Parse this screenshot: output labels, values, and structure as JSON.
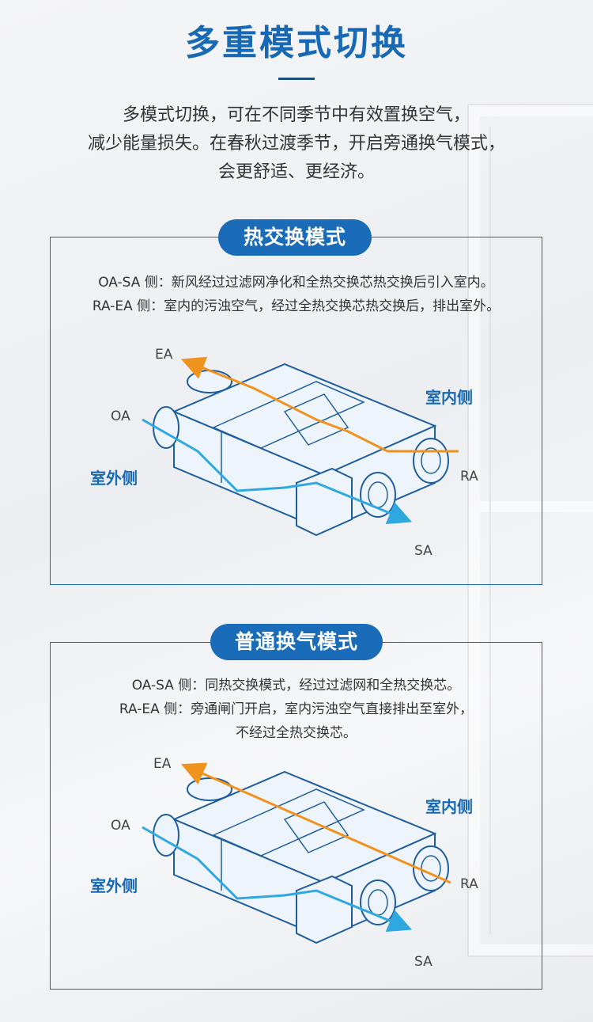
{
  "title": "多重模式切换",
  "intro": {
    "lines": [
      "多模式切换，可在不同季节中有效置换空气，",
      "减少能量损失。在春秋过渡季节，开启旁通换气模式，",
      "会更舒适、更经济。"
    ]
  },
  "modes": [
    {
      "name": "热交换模式",
      "lines": [
        "OA-SA 侧：新风经过过滤网净化和全热交换芯热交换后引入室内。",
        "RA-EA 侧：室内的污浊空气，经过全热交换芯热交换后，排出室外。"
      ],
      "labels": {
        "ea": "EA",
        "oa": "OA",
        "ra": "RA",
        "sa": "SA",
        "indoor": "室内侧",
        "outdoor": "室外侧"
      }
    },
    {
      "name": "普通换气模式",
      "lines": [
        "OA-SA 侧：同热交换模式，经过过滤网和全热交换芯。",
        "RA-EA 侧：旁通闸门开启，室内污浊空气直接排出至室外，",
        "不经过全热交换芯。"
      ],
      "labels": {
        "ea": "EA",
        "oa": "OA",
        "ra": "RA",
        "sa": "SA",
        "indoor": "室内侧",
        "outdoor": "室外侧"
      }
    }
  ],
  "colors": {
    "accent": "#1769b5",
    "exhaust_flow": "#f0931e",
    "fresh_flow": "#2fa8e0"
  }
}
